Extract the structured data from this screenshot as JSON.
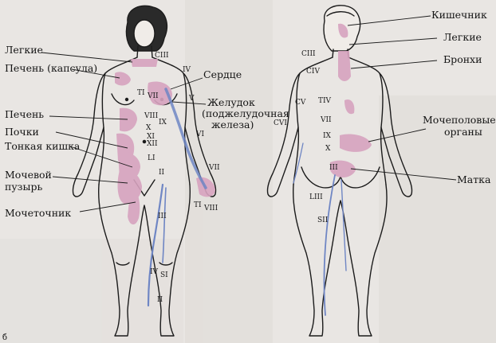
{
  "front": {
    "labels": {
      "lungs": "Легкие",
      "liver_capsule": "Печень (капсула)",
      "heart": "Сердце",
      "liver": "Печень",
      "stomach_1": "Желудок",
      "stomach_2": "(поджелудочная",
      "stomach_3": "железа)",
      "kidneys": "Почки",
      "small_intestine": "Тонкая кишка",
      "bladder_1": "Мочевой",
      "bladder_2": "пузырь",
      "ureter": "Мочеточник"
    },
    "segments": {
      "C3": "CIII",
      "IV": "IV",
      "T1": "TI",
      "VII": "VII",
      "V": "V",
      "VIII": "VIII",
      "IX": "IX",
      "X": "X",
      "VI": "VI",
      "XI": "XI",
      "XII": "XII",
      "L1": "LI",
      "II": "II",
      "VII_arm": "VII",
      "T1_hand": "TI",
      "VIII_hand": "VIII",
      "III": "III",
      "IV_leg": "IV",
      "S1": "SI",
      "II_leg": "II"
    }
  },
  "back": {
    "labels": {
      "intestine": "Кишечник",
      "lungs": "Легкие",
      "bronchi": "Бронхи",
      "genital_1": "Мочеполовые",
      "genital_2": "органы",
      "uterus": "Матка"
    },
    "segments": {
      "C3": "CIII",
      "C4": "CIV",
      "C5": "CV",
      "T1": "TIV",
      "C6": "CVI",
      "VII": "VII",
      "IX": "IX",
      "X": "X",
      "III": "III",
      "L3": "LIII",
      "S2": "SII"
    }
  },
  "footer_mark": "б",
  "colors": {
    "zone_pink": "#d7a3bf",
    "nerve_blue": "#6f86c4",
    "outline": "#1b1b1b",
    "background": "#e9e6e3"
  }
}
